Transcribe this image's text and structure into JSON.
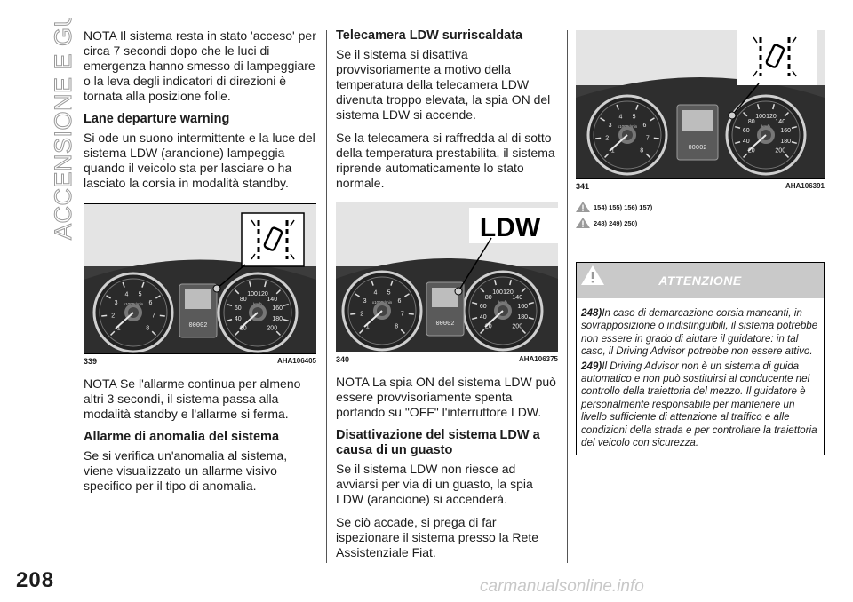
{
  "side_title": "ACCENSIONE E GUIDA",
  "page_number": "208",
  "watermark": "carmanualsonline.info",
  "col1": {
    "p1": "NOTA Il sistema resta in stato 'acceso' per circa 7 secondi dopo che le luci di emergenza hanno smesso di lampeggiare o la leva degli indicatori di direzioni è tornata alla posizione folle.",
    "h1": "Lane departure warning",
    "p2": "Si ode un suono intermittente e la luce del sistema LDW (arancione) lampeggia quando il veicolo sta per lasciare o ha lasciato la corsia in modalità standby.",
    "fig_num": "339",
    "fig_ref": "AHA106405",
    "p3": "NOTA Se l'allarme continua per almeno altri 3 secondi, il sistema passa alla modalità standby e l'allarme si ferma.",
    "h2": "Allarme di anomalia del sistema",
    "p4": "Se si verifica un'anomalia al sistema, viene visualizzato un allarme visivo specifico per il tipo di anomalia."
  },
  "col2": {
    "h1": "Telecamera LDW surriscaldata",
    "p1": "Se il sistema si disattiva provvisoriamente a motivo della temperatura della telecamera LDW divenuta troppo elevata, la spia ON del sistema LDW si accende.",
    "p2": "Se la telecamera si raffredda al di sotto della temperatura prestabilita, il sistema riprende automaticamente lo stato normale.",
    "fig_num": "340",
    "fig_ref": "AHA106375",
    "fig_label": "LDW",
    "p3": "NOTA La spia ON del sistema LDW può essere provvisoriamente spenta portando su \"OFF\" l'interruttore LDW.",
    "h2": "Disattivazione del sistema LDW a causa di un guasto",
    "p4": "Se il sistema LDW non riesce ad avviarsi per via di un guasto, la spia LDW (arancione) si accenderà.",
    "p5": "Se ciò accade, si prega di far ispezionare il sistema presso la Rete Assistenziale Fiat."
  },
  "col3": {
    "fig_num": "341",
    "fig_ref": "AHA106391",
    "refs1": "154) 155) 156) 157)",
    "refs2": "248) 249) 250)",
    "attention_title": "ATTENZIONE",
    "w248_num": "248)",
    "w248_text": "In caso di demarcazione corsia mancanti, in sovrapposizione o indistinguibili, il sistema potrebbe non essere in grado di aiutare il guidatore: in tal caso, il Driving Advisor potrebbe non essere attivo.",
    "w249_num": "249)",
    "w249_text": "Il Driving Advisor non è un sistema di guida automatico e non può sostituirsi al conducente nel controllo della traiettoria del mezzo. Il guidatore è personalmente responsabile per mantenere un livello sufficiente di attenzione al traffico e alle condizioni della strada e per controllare la traiettoria del veicolo con sicurezza."
  },
  "gauges": {
    "tach_ticks": [
      "1",
      "2",
      "3",
      "4",
      "5",
      "6",
      "7",
      "8"
    ],
    "tach_unit": "x1000r/min",
    "speed_ticks": [
      "20",
      "40",
      "60",
      "80",
      "100",
      "120",
      "140",
      "160",
      "180",
      "200"
    ],
    "speed_unit": "km/h",
    "odo": "00002"
  }
}
